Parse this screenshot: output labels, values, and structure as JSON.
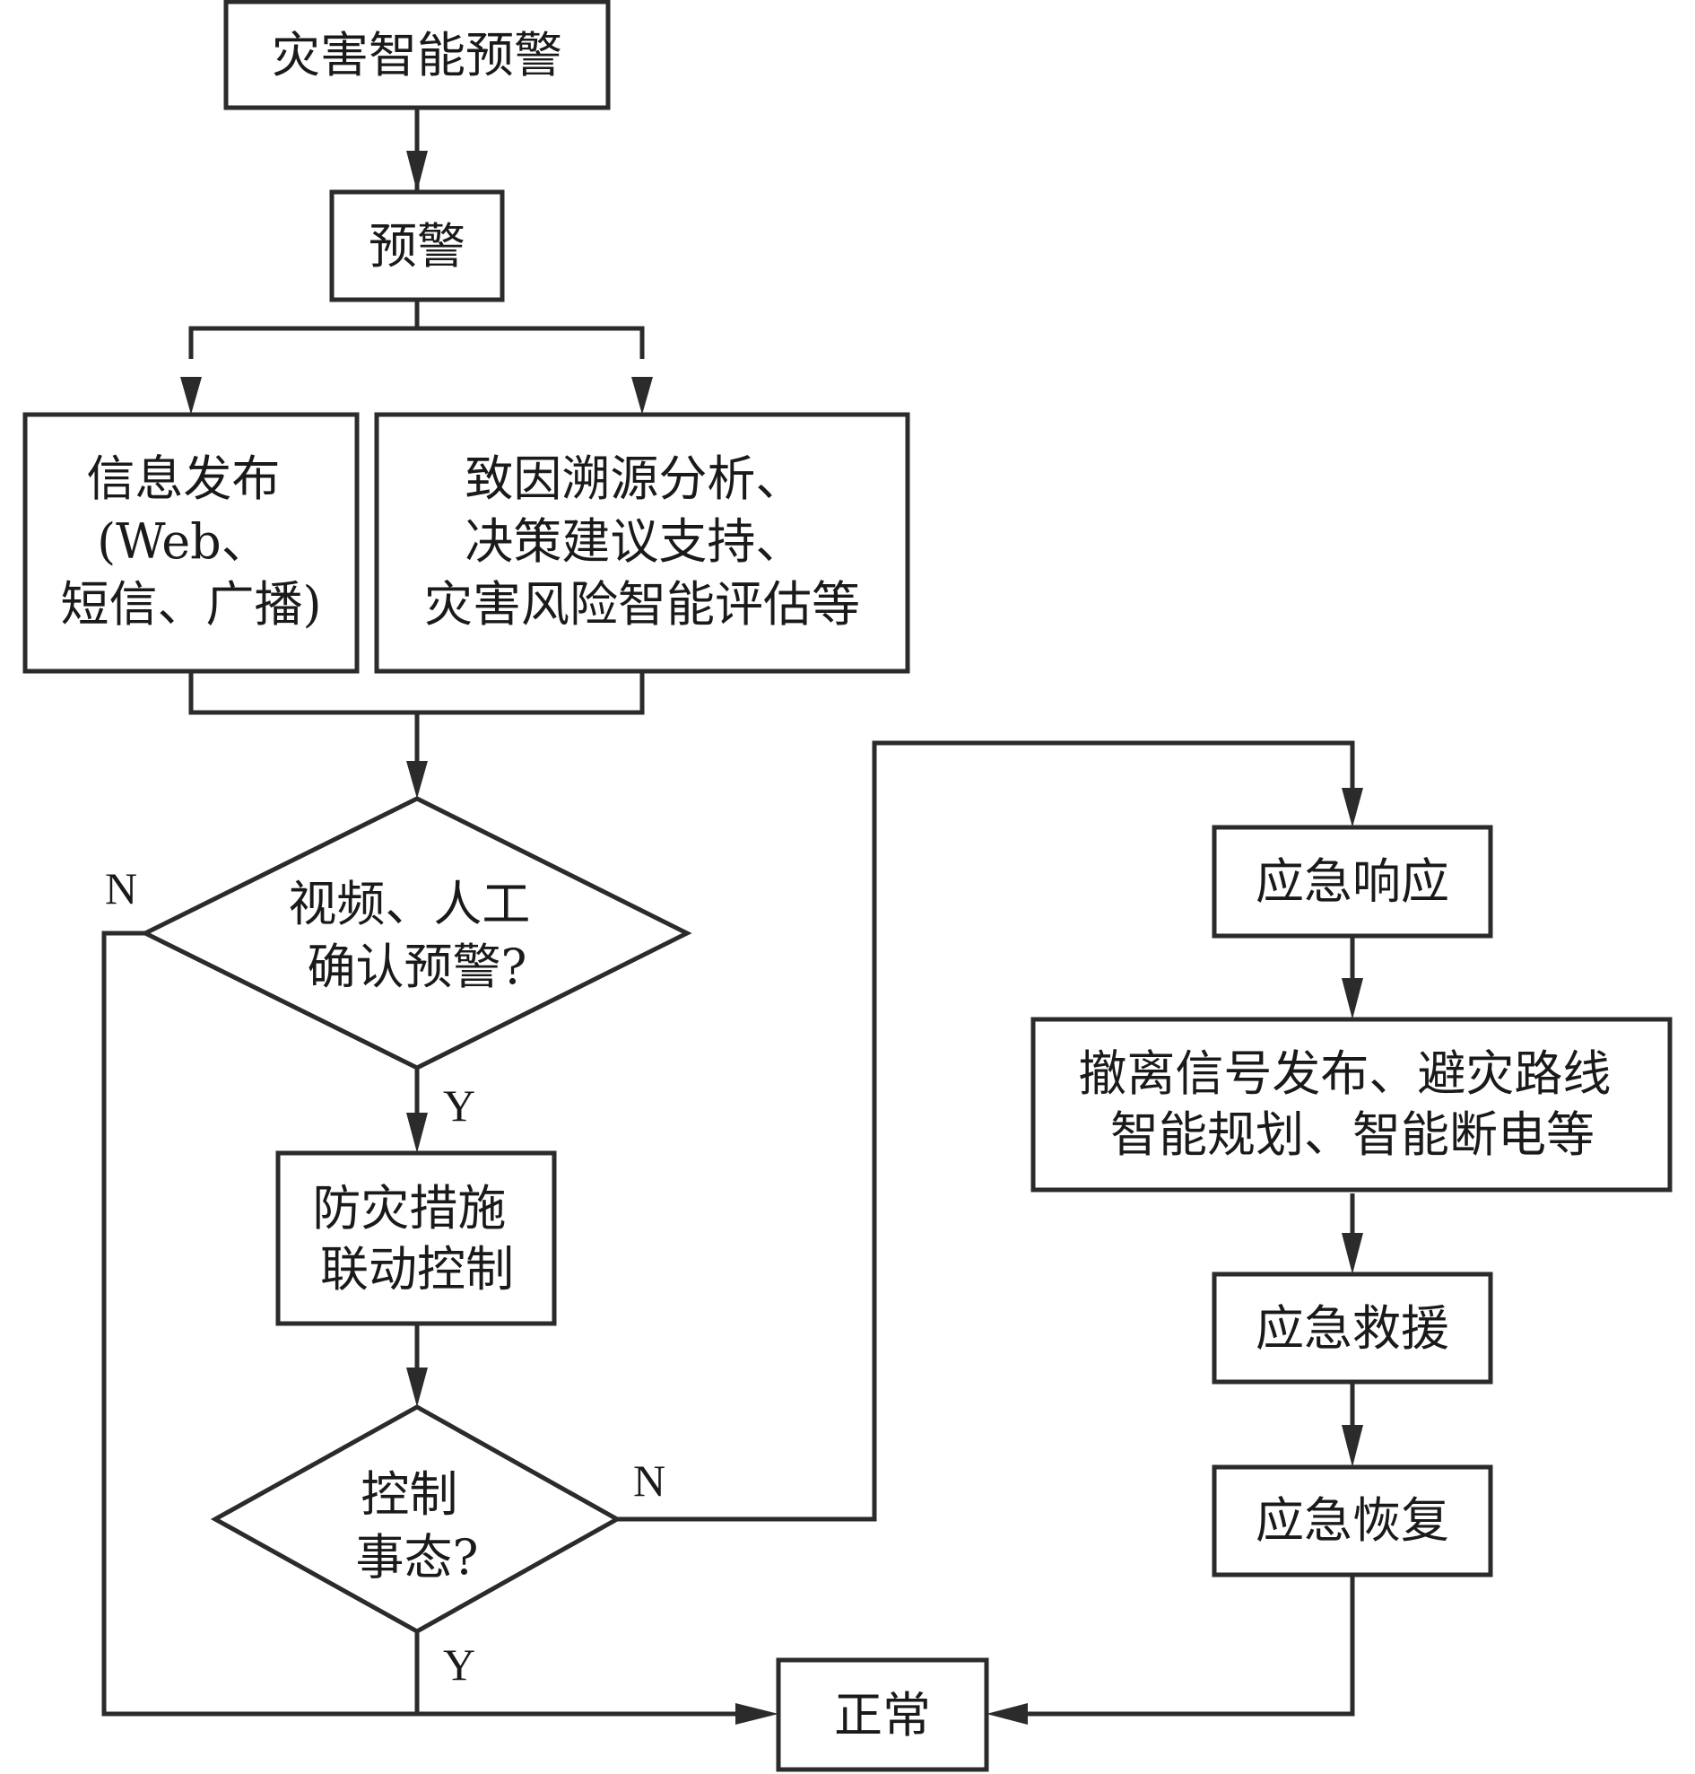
{
  "nodes": {
    "disaster_warning": {
      "lines": [
        "灾害智能预警"
      ]
    },
    "warning": {
      "lines": [
        "预警"
      ]
    },
    "info_release": {
      "lines": [
        "信息发布",
        "(Web、",
        "短信、广播)"
      ]
    },
    "cause_analysis": {
      "lines": [
        "致因溯源分析、",
        "决策建议支持、",
        "灾害风险智能评估等"
      ]
    },
    "confirm_decision": {
      "lines": [
        "视频、人工",
        "确认预警?"
      ]
    },
    "linkage_control": {
      "lines": [
        "防灾措施",
        "联动控制"
      ]
    },
    "control_decision": {
      "lines": [
        "控制",
        "事态?"
      ]
    },
    "emergency_response": {
      "lines": [
        "应急响应"
      ]
    },
    "evacuation": {
      "lines": [
        "撤离信号发布、避灾路线",
        "智能规划、智能断电等"
      ]
    },
    "rescue": {
      "lines": [
        "应急救援"
      ]
    },
    "recovery": {
      "lines": [
        "应急恢复"
      ]
    },
    "normal": {
      "lines": [
        "正常"
      ]
    }
  },
  "edge_labels": {
    "confirm_no": "N",
    "confirm_yes": "Y",
    "control_no": "N",
    "control_yes": "Y"
  },
  "colors": {
    "stroke": "#2b2b2b",
    "text": "#1a1a1a",
    "background": "#ffffff"
  }
}
